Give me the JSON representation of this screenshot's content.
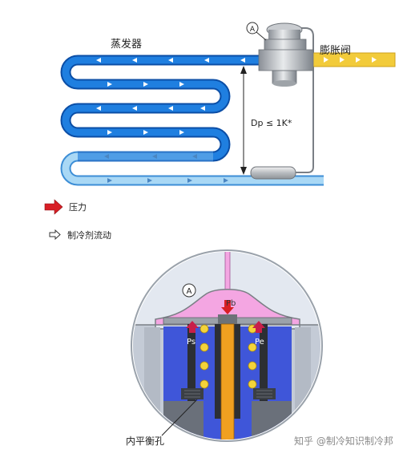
{
  "top_diagram": {
    "evaporator_label": "蒸发器",
    "valve_label": "膨胀阀",
    "marker_a": "A",
    "dp_label": "Dp ≤ 1K*"
  },
  "legend": {
    "pressure_label": "压力",
    "flow_label": "制冷剂流动"
  },
  "cross_section": {
    "marker_a": "A",
    "pb_label": "Pb",
    "ps_label": "Ps",
    "pe_label": "Pe",
    "hole_label": "内平衡孔"
  },
  "watermark": "知乎 @制冷知识制冷邦",
  "colors": {
    "tube_dark": "#1565c8",
    "tube_light": "#9ed0f2",
    "liquid_line": "#f2cb3a",
    "pressure_arrow": "#d81f26",
    "diaphragm": "#f4a6e2",
    "valve_body": "#3f56d9",
    "pin": "#f0a020"
  }
}
